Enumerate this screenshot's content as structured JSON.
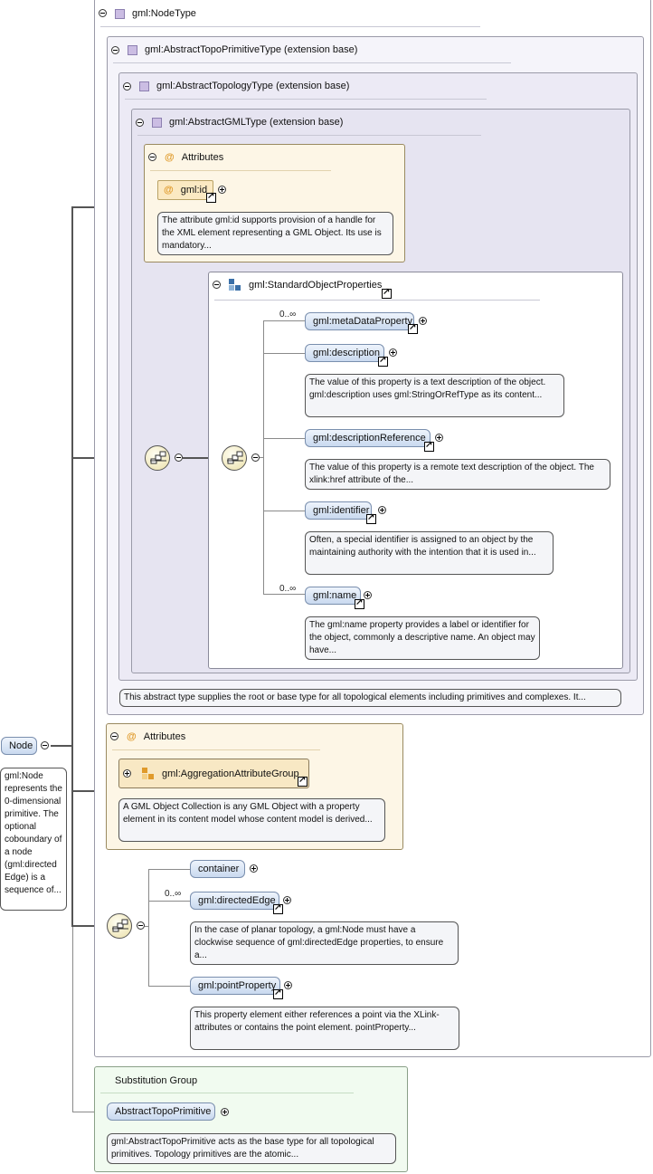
{
  "node": {
    "label": "Node",
    "doc": "gml:Node represents the 0-dimensional primitive. The optional coboundary of a node (gml:directed Edge) is a sequence of..."
  },
  "node_type": {
    "title": "gml:NodeType"
  },
  "abstract_topo_primitive_type": {
    "title": "gml:AbstractTopoPrimitiveType (extension base)"
  },
  "abstract_topology_type": {
    "title": "gml:AbstractTopologyType (extension base)"
  },
  "abstract_gml_type": {
    "title": "gml:AbstractGMLType (extension base)"
  },
  "gml_attributes": {
    "title": "Attributes",
    "id_label": "gml:id",
    "id_doc": "The attribute gml:id supports provision of a handle for the XML element representing a GML Object. Its use is mandatory..."
  },
  "standard_object_properties": {
    "title": "gml:StandardObjectProperties",
    "items": [
      {
        "label": "gml:metaDataProperty",
        "mult": "0..∞",
        "doc": ""
      },
      {
        "label": "gml:description",
        "mult": "",
        "doc": "The value of this property is a text description of the object. gml:description uses gml:StringOrRefType as its content..."
      },
      {
        "label": "gml:descriptionReference",
        "mult": "",
        "doc": "The value of this property is a remote text description of the object. The xlink:href attribute of the..."
      },
      {
        "label": "gml:identifier",
        "mult": "",
        "doc": "Often, a special identifier is assigned to an object by the maintaining authority with the intention that it is used in..."
      },
      {
        "label": "gml:name",
        "mult": "0..∞",
        "doc": "The gml:name property provides a label or identifier for the object, commonly a descriptive name. An object may have..."
      }
    ]
  },
  "abstract_topology_doc": "This abstract type supplies the root or base type for all topological elements including primitives and complexes. It...",
  "node_attributes": {
    "title": "Attributes",
    "group_label": "gml:AggregationAttributeGroup",
    "group_doc": "A GML Object Collection is any GML Object with a property element in its content model whose content model is derived..."
  },
  "node_children": [
    {
      "label": "container",
      "mult": "",
      "doc": ""
    },
    {
      "label": "gml:directedEdge",
      "mult": "0..∞",
      "doc": "In the case of planar topology, a gml:Node must have a clockwise sequence of gml:directedEdge properties, to ensure a..."
    },
    {
      "label": "gml:pointProperty",
      "mult": "",
      "doc": "This property element either references a point via the XLink-attributes or contains the point element. pointProperty..."
    }
  ],
  "substitution_group": {
    "title": "Substitution Group",
    "label": "AbstractTopoPrimitive",
    "doc": "gml:AbstractTopoPrimitive acts as the base type for all topological primitives. Topology primitives are the atomic..."
  },
  "colors": {
    "type_bg": "#f4f3f9",
    "attr_bg": "#fdf6e6",
    "subst_bg": "#f1fbf0",
    "element_fill": "#dbe6f6"
  }
}
